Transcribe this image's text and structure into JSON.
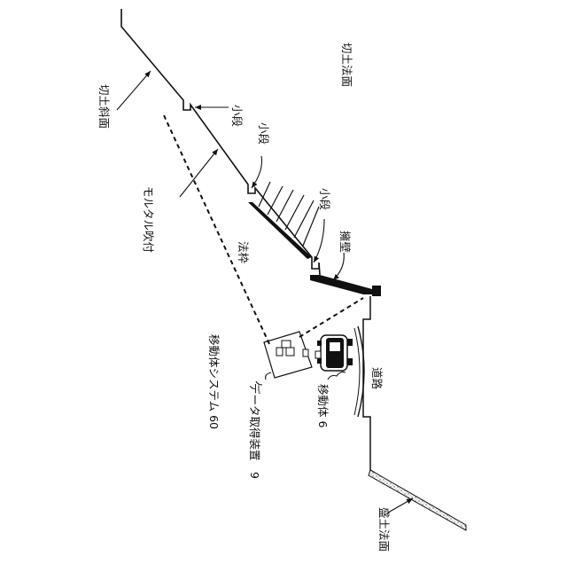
{
  "labels": {
    "cut_slope": "切土斜面",
    "cut_face": "切土法面",
    "small_step_1": "小段",
    "small_step_2": "小段",
    "small_step_3": "小段",
    "mortar": "モルタル吹付",
    "frame": "法枠",
    "retaining_wall": "擁壁",
    "road": "道路",
    "mobile_system": "移動体システム 60",
    "data_device": "データ取得装置　9",
    "mobile_body": "移動体 6",
    "fill_face": "盛土法面"
  },
  "colors": {
    "line": "#111111",
    "background": "#ffffff",
    "fill_pattern": "#9a9a9a"
  }
}
